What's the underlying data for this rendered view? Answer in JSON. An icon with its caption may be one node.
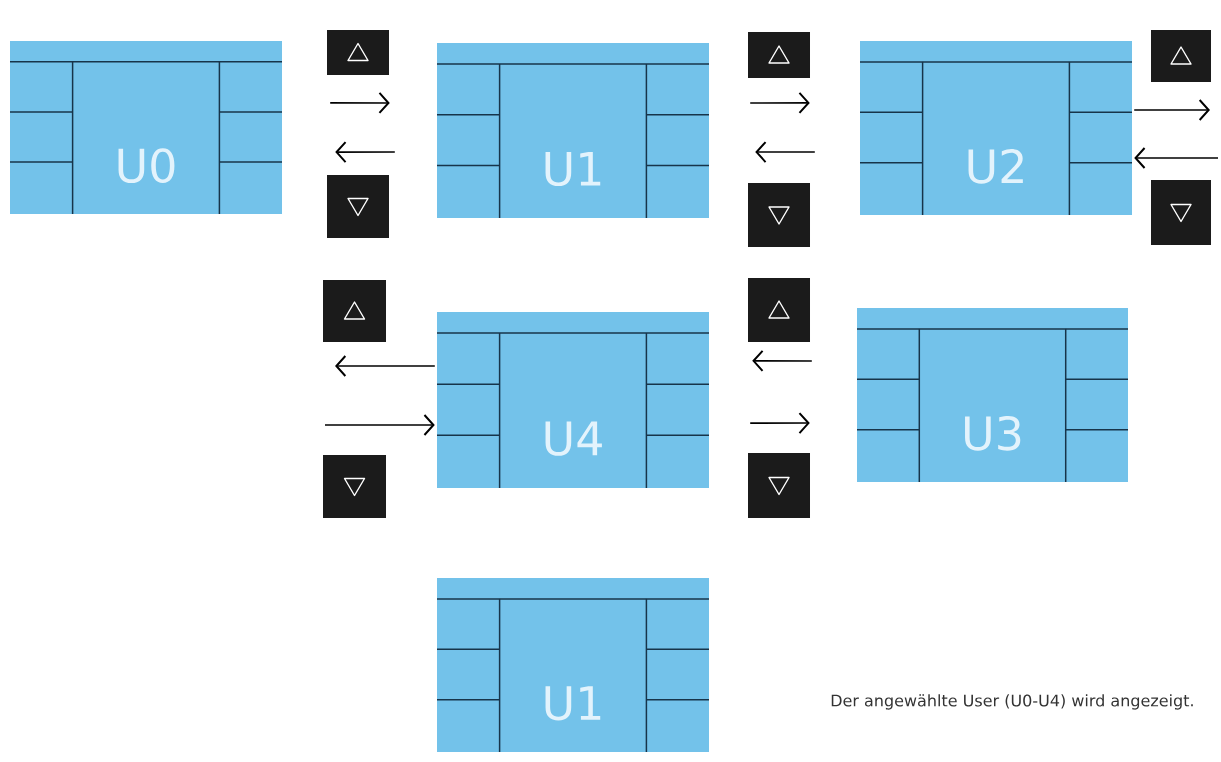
{
  "diagram": {
    "nodes": [
      {
        "text": [
          "U0"
        ]
      },
      {
        "text": [
          "U1"
        ]
      },
      {
        "text": [
          "U2"
        ]
      },
      {
        "text": [
          "U4"
        ]
      },
      {
        "text": [
          "U3"
        ]
      },
      {
        "text": [
          "U1"
        ]
      }
    ],
    "edges": [
      {
        "from": 0,
        "to": 1,
        "arrow": "to"
      },
      {
        "from": 1,
        "to": 0,
        "arrow": "to"
      },
      {
        "from": 1,
        "to": 2,
        "arrow": "to"
      },
      {
        "from": 2,
        "to": 1,
        "arrow": "to"
      },
      {
        "from": 2,
        "to": null,
        "arrow": "to"
      },
      {
        "from": null,
        "to": 2,
        "arrow": "to"
      },
      {
        "from": 3,
        "to": null,
        "arrow": "to"
      },
      {
        "from": null,
        "to": 3,
        "arrow": "to"
      },
      {
        "from": 4,
        "to": 3,
        "arrow": "to"
      },
      {
        "from": 3,
        "to": 4,
        "arrow": "to"
      }
    ],
    "labels": [
      "Der angewählte User (U0-U4) wird angezeigt."
    ]
  }
}
